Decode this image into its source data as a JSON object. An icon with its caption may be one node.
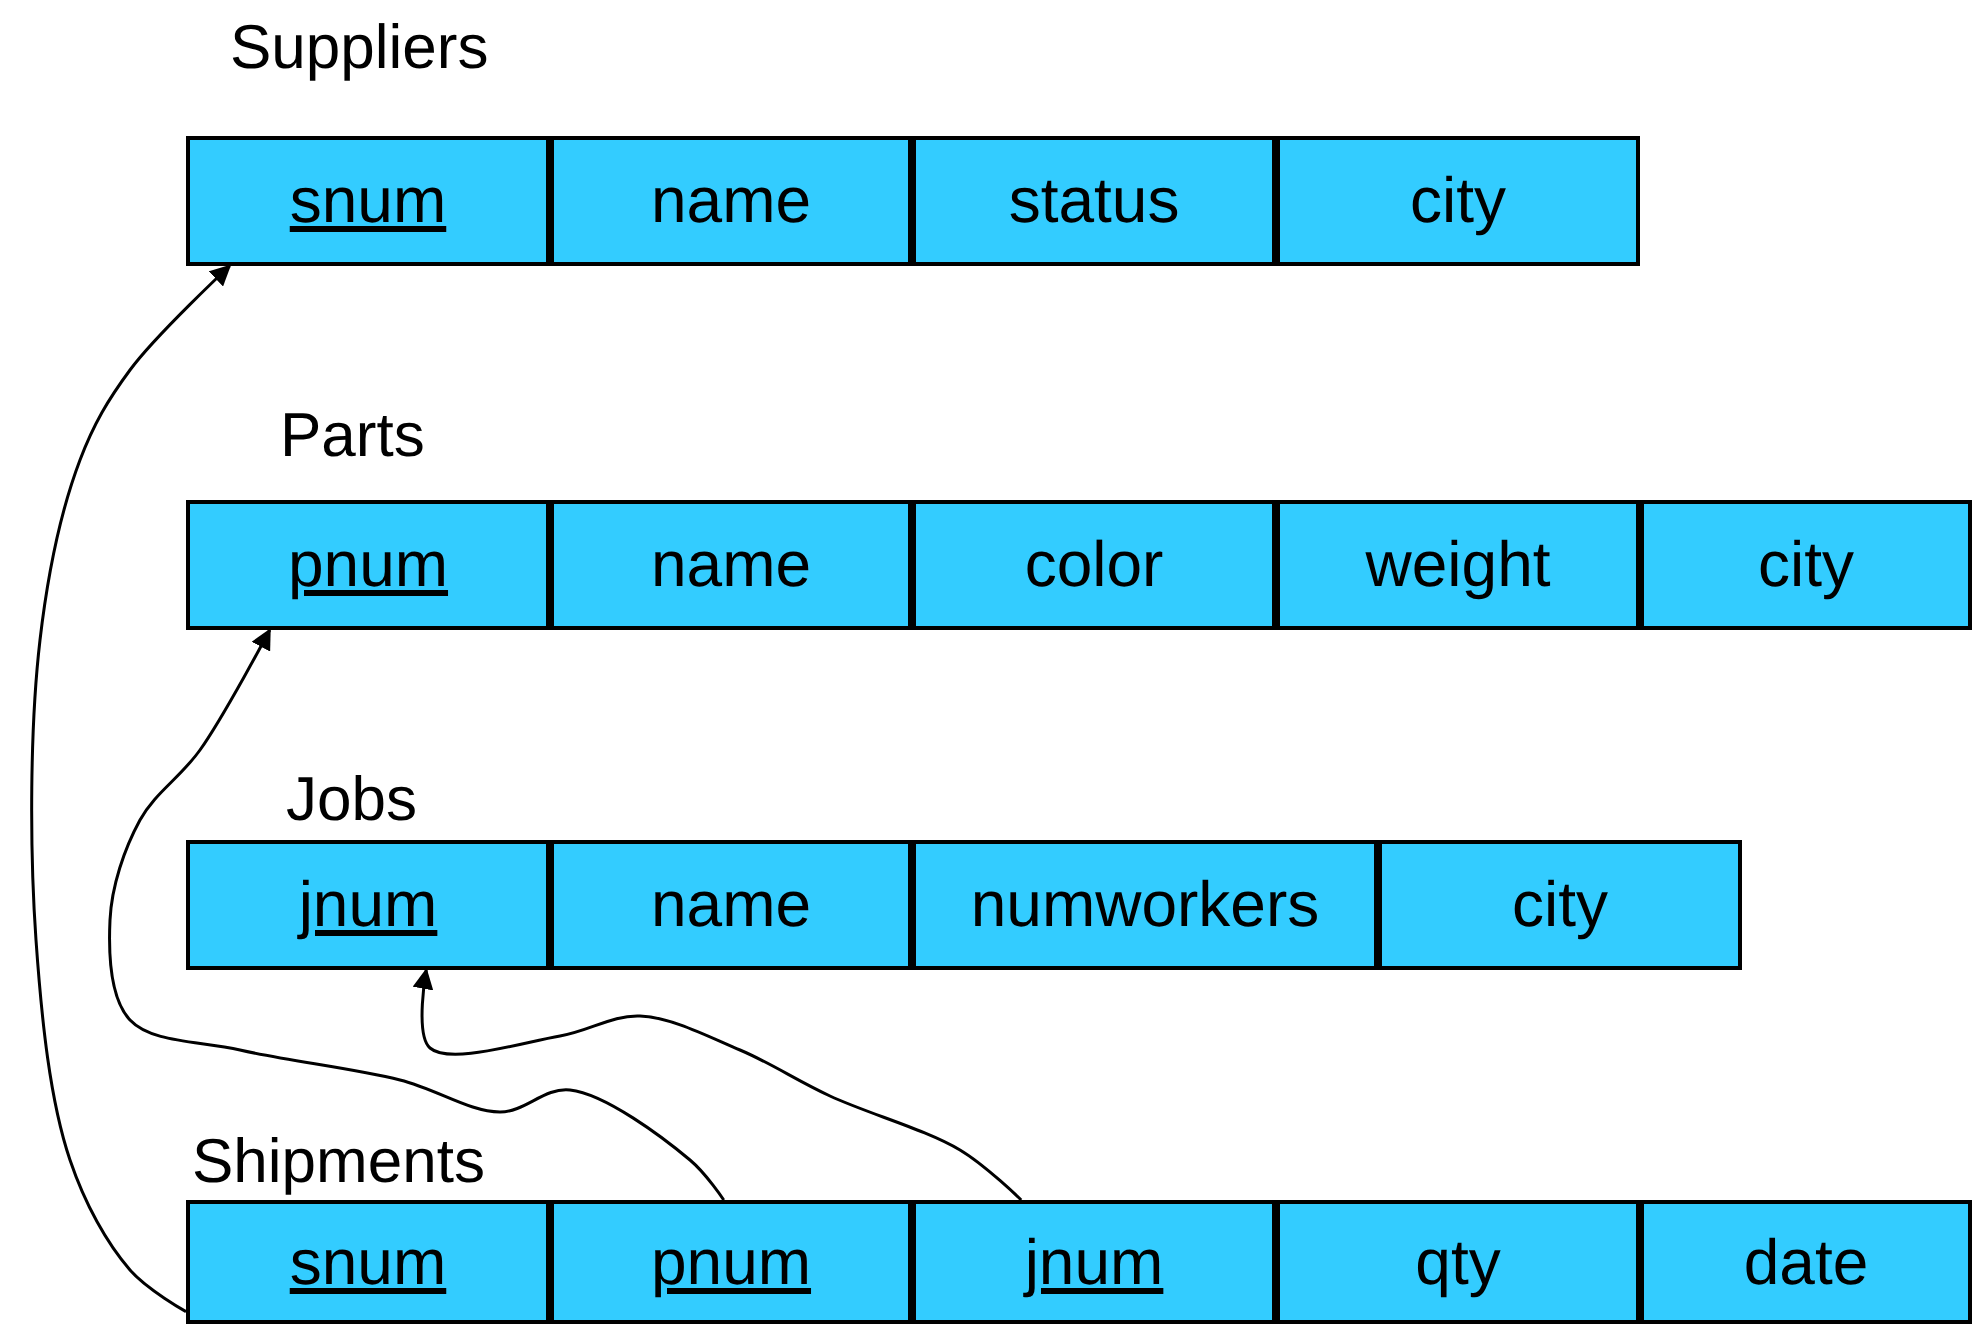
{
  "diagram": {
    "nodes": [
      {
        "text": [
          "Suppliers"
        ]
      },
      {
        "text": [
          "snum"
        ],
        "in": 0
      },
      {
        "text": [
          "name"
        ],
        "in": 0
      },
      {
        "text": [
          "status"
        ],
        "in": 0
      },
      {
        "text": [
          "city"
        ],
        "in": 0
      },
      {
        "text": [
          "Parts"
        ]
      },
      {
        "text": [
          "pnum"
        ],
        "in": 5
      },
      {
        "text": [
          "name"
        ],
        "in": 5
      },
      {
        "text": [
          "color"
        ],
        "in": 5
      },
      {
        "text": [
          "weight"
        ],
        "in": 5
      },
      {
        "text": [
          "city"
        ],
        "in": 5
      },
      {
        "text": [
          "Jobs"
        ]
      },
      {
        "text": [
          "jnum"
        ],
        "in": 11
      },
      {
        "text": [
          "name"
        ],
        "in": 11
      },
      {
        "text": [
          "numworkers"
        ],
        "in": 11
      },
      {
        "text": [
          "city"
        ],
        "in": 11
      },
      {
        "text": [
          "Shipments"
        ]
      },
      {
        "text": [
          "snum"
        ],
        "in": 16
      },
      {
        "text": [
          "pnum"
        ],
        "in": 16
      },
      {
        "text": [
          "jnum"
        ],
        "in": 16
      },
      {
        "text": [
          "qty"
        ],
        "in": 16
      },
      {
        "text": [
          "date"
        ],
        "in": 16
      }
    ],
    "edges": [
      {
        "from": 17,
        "to": 1,
        "arrow": "to"
      },
      {
        "from": 18,
        "to": 6,
        "arrow": "to"
      },
      {
        "from": 19,
        "to": 12,
        "arrow": "to"
      }
    ]
  }
}
